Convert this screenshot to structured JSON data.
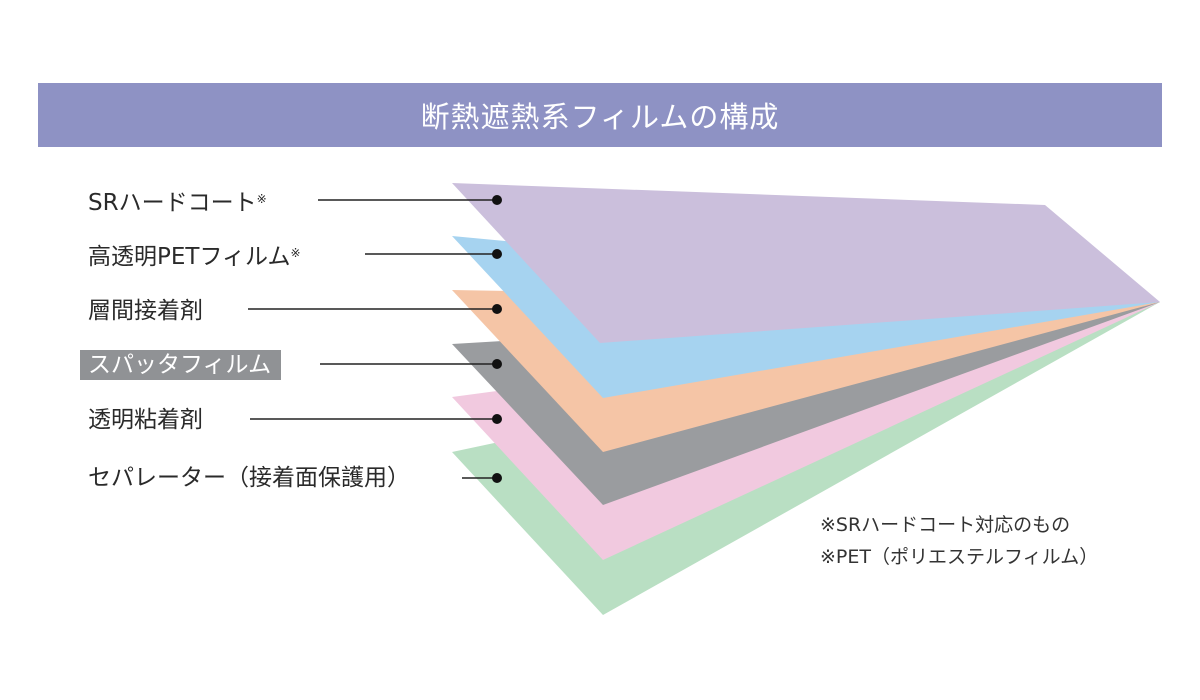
{
  "title": "断熱遮熱系フィルムの構成",
  "layers": [
    {
      "label": "SRハードコート",
      "mark": "※",
      "color": "#cbbfdc"
    },
    {
      "label": "高透明PETフィルム",
      "mark": "※",
      "color": "#a6d3f0"
    },
    {
      "label": "層間接着剤",
      "mark": "",
      "color": "#f5c5a6"
    },
    {
      "label": "スパッタフィルム",
      "mark": "",
      "color": "#9a9c9f",
      "highlighted": true
    },
    {
      "label": "透明粘着剤",
      "mark": "",
      "color": "#f1c9df"
    },
    {
      "label": "セパレーター（接着面保護用）",
      "mark": "",
      "color": "#b9dfc3"
    }
  ],
  "notes": [
    "※SRハードコート対応のもの",
    "※PET（ポリエステルフィルム）"
  ]
}
